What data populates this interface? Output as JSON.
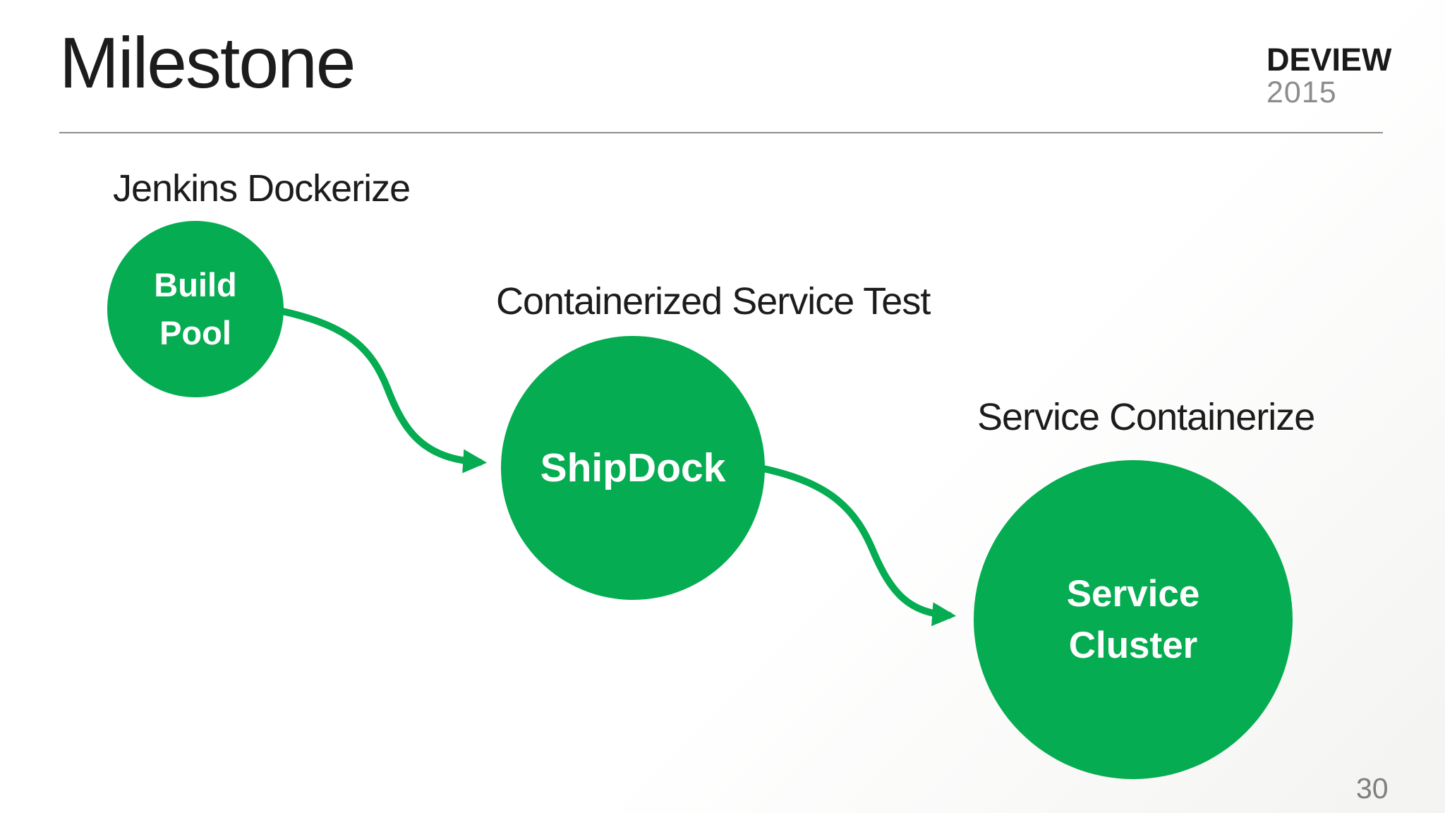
{
  "slide": {
    "title": "Milestone",
    "page_number": "30"
  },
  "logo": {
    "line1": "DEVIEW",
    "line2": "2015"
  },
  "colors": {
    "accent_green": "#05ac51",
    "text_black": "#1c1c1c",
    "muted_gray": "#8c8c8c",
    "page_number_gray": "#7f7f7f",
    "divider_gray": "#8e8e8e"
  },
  "diagram": {
    "nodes": [
      {
        "id": "build-pool",
        "caption": "Jenkins Dockerize",
        "lines": [
          "Build",
          "Pool"
        ]
      },
      {
        "id": "shipdock",
        "caption": "Containerized Service Test",
        "lines": [
          "ShipDock"
        ]
      },
      {
        "id": "service-cluster",
        "caption": "Service Containerize",
        "lines": [
          "Service",
          "Cluster"
        ]
      }
    ],
    "edges": [
      {
        "from": "Build Pool",
        "to": "ShipDock"
      },
      {
        "from": "ShipDock",
        "to": "Service Cluster"
      }
    ]
  }
}
